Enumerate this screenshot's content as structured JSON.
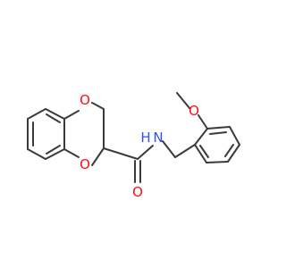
{
  "molecule": {
    "colors": {
      "bond": "#3a3a3a",
      "oxygen": "#ff0d0d",
      "nitrogen": "#3050f8",
      "background": "#ffffff"
    },
    "atom_labels": {
      "o_ring_top": "O",
      "o_ring_bottom": "O",
      "o_carbonyl": "O",
      "o_methoxy": "O",
      "n_amide": "N",
      "h_amide": "H"
    }
  }
}
